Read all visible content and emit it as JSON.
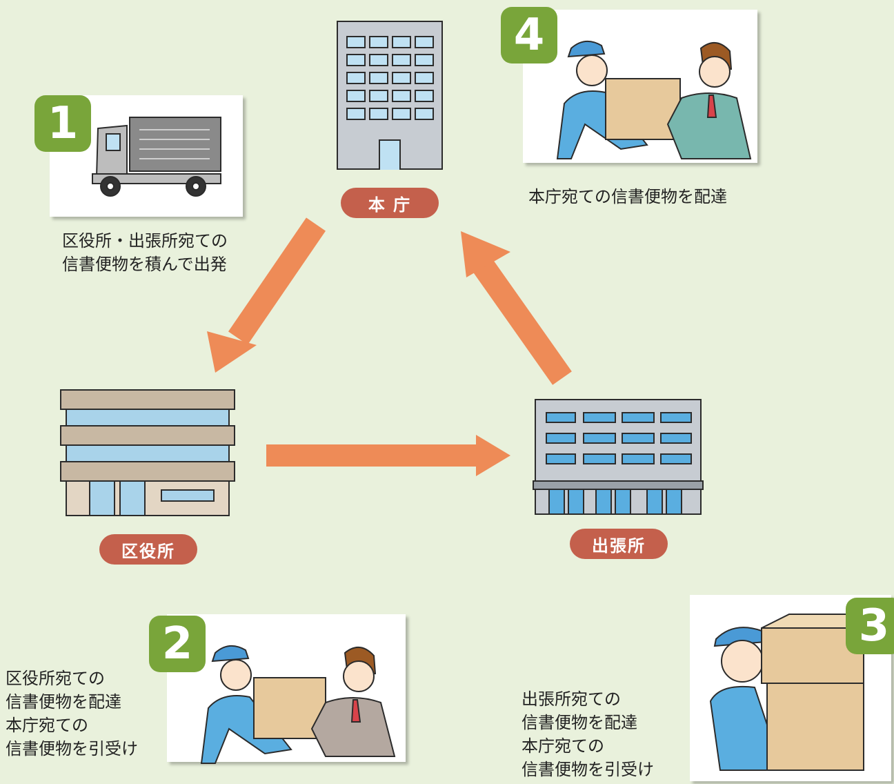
{
  "steps": [
    {
      "number": "1",
      "caption": "区役所・出張所宛ての\n信書便物を積んで出発"
    },
    {
      "number": "2",
      "caption": "区役所宛ての\n信書便物を配達\n本庁宛ての\n信書便物を引受け"
    },
    {
      "number": "3",
      "caption": "出張所宛ての\n信書便物を配達\n本庁宛ての\n信書便物を引受け"
    },
    {
      "number": "4",
      "caption": "本庁宛ての信書便物を配達"
    }
  ],
  "locations": {
    "honcho": "本 庁",
    "kuyakusho": "区役所",
    "shucchojo": "出張所"
  },
  "colors": {
    "background": "#e9f1dc",
    "arrow": "#ee8b57",
    "badge": "#79a53a",
    "label_pill": "#c4604c"
  }
}
